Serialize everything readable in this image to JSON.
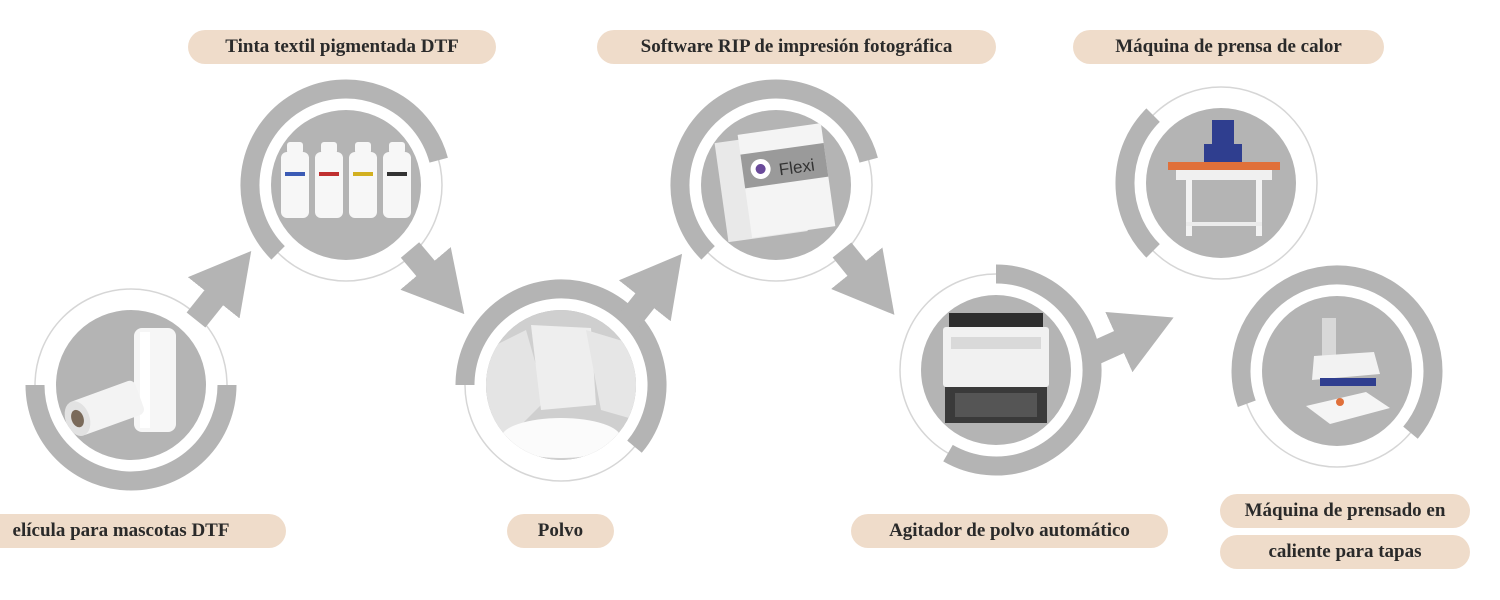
{
  "colors": {
    "ring": "#b4b4b4",
    "outline": "#d6d6d6",
    "arrow": "#b4b4b4",
    "label_bg": "#efdcca",
    "label_text": "#2a2a2a",
    "photo_bg": "#b4b4b4"
  },
  "steps": [
    {
      "label": "elícula para mascotas DTF",
      "image": "film-rolls-photo"
    },
    {
      "label": "Tinta textil pigmentada DTF",
      "image": "ink-bottles-photo"
    },
    {
      "label": "Polvo",
      "image": "powder-bags-photo"
    },
    {
      "label": "Software RIP de impresión fotográfica",
      "image": "rip-software-box-photo",
      "box_text": "Flexi"
    },
    {
      "label": "Agitador de polvo automático",
      "image": "powder-shaker-photo"
    },
    {
      "label": "Máquina de prensa de calor",
      "image": "heat-press-photo"
    },
    {
      "label_lines": [
        "Máquina de prensado en",
        "caliente para tapas"
      ],
      "image": "cap-press-photo"
    }
  ]
}
